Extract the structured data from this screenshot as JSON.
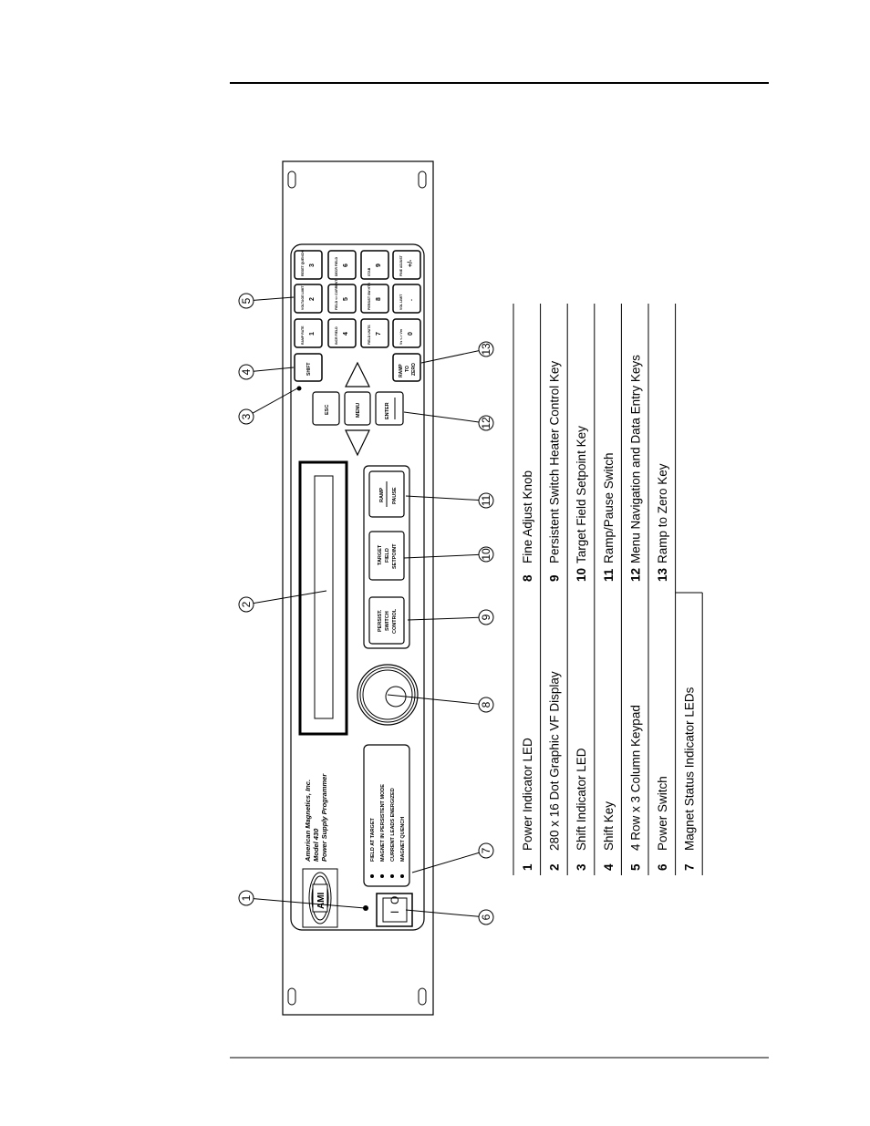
{
  "panel": {
    "company": "American Magnetics, Inc.",
    "model": "Model 430",
    "product": "Power Supply Programmer",
    "logo_text": "AMI",
    "status_leds": [
      "FIELD AT TARGET",
      "MAGNET IN PERSISTENT MODE",
      "CURRENT LEADS ENERGIZED",
      "MAGNET QUENCH"
    ],
    "keypad": [
      {
        "num": "3",
        "label": "RESET QUENCH"
      },
      {
        "num": "6",
        "label": "DECR FIELD"
      },
      {
        "num": "9",
        "label": "STAB"
      },
      {
        "num": "+/-",
        "label": "FINE ADJUST"
      },
      {
        "num": "2",
        "label": "VOLTAGE LIMIT"
      },
      {
        "num": "5",
        "label": "FIELD <> CURRENT"
      },
      {
        "num": "8",
        "label": "PERSIST SW HTR"
      },
      {
        "num": ".",
        "label": "VOL LIMIT"
      },
      {
        "num": "1",
        "label": "RAMP RATE"
      },
      {
        "num": "4",
        "label": "INCR FIELD"
      },
      {
        "num": "7",
        "label": "FIELD UNITS"
      },
      {
        "num": "0",
        "label": "Vs <-> Vm"
      }
    ],
    "shift_key": "SHIFT",
    "ramp_zero_key": [
      "RAMP",
      "TO",
      "ZERO"
    ],
    "esc_key": "ESC",
    "menu_key": "MENU",
    "enter_key": "ENTER",
    "ramp_pause": [
      "RAMP",
      "PAUSE"
    ],
    "target_setpoint": [
      "TARGET",
      "FIELD",
      "SETPOINT"
    ],
    "persist_control": [
      "PERSIST.",
      "SWITCH",
      "CONTROL"
    ],
    "switch_marks": [
      "I",
      "O"
    ]
  },
  "callouts": [
    "1",
    "2",
    "3",
    "4",
    "5",
    "6",
    "7",
    "8",
    "9",
    "10",
    "11",
    "12",
    "13"
  ],
  "legend": [
    {
      "num": "1",
      "text": "Power Indicator LED"
    },
    {
      "num": "2",
      "text": "280 x 16 Dot Graphic VF Display"
    },
    {
      "num": "3",
      "text": "Shift Indicator LED"
    },
    {
      "num": "4",
      "text": "Shift Key"
    },
    {
      "num": "5",
      "text": "4 Row x 3 Column Keypad"
    },
    {
      "num": "6",
      "text": "Power Switch"
    },
    {
      "num": "7",
      "text": "Magnet Status Indicator LEDs"
    },
    {
      "num": "8",
      "text": "Fine Adjust Knob"
    },
    {
      "num": "9",
      "text": "Persistent Switch Heater Control Key"
    },
    {
      "num": "10",
      "text": "Target Field Setpoint Key"
    },
    {
      "num": "11",
      "text": "Ramp/Pause Switch"
    },
    {
      "num": "12",
      "text": "Menu Navigation and Data Entry Keys"
    },
    {
      "num": "13",
      "text": "Ramp to Zero Key"
    }
  ]
}
